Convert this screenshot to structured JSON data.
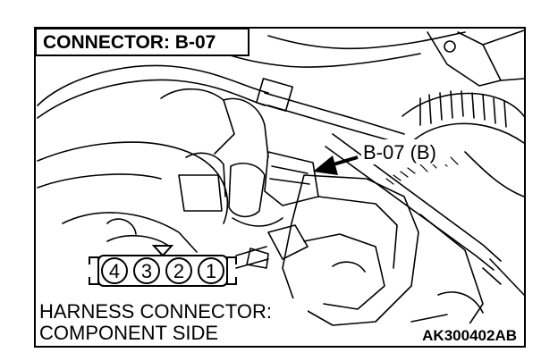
{
  "title": "CONNECTOR: B-07",
  "callout_label": "B-07 (B)",
  "harness": {
    "line1": "HARNESS CONNECTOR:",
    "line2": "COMPONENT SIDE",
    "pins": [
      "4",
      "3",
      "2",
      "1"
    ]
  },
  "figure_code": "AK300402AB",
  "colors": {
    "ink": "#000000",
    "background": "#ffffff"
  }
}
